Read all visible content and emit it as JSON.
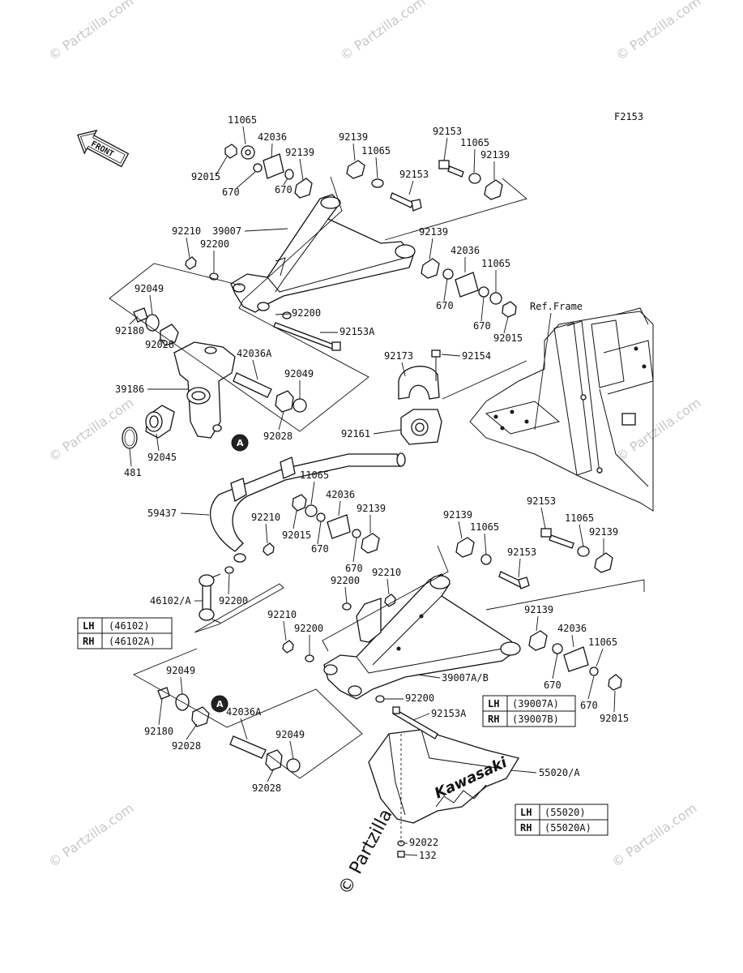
{
  "figure_code": "F2153",
  "front_label": "FRONT",
  "ref_frame_label": "Ref.Frame",
  "watermark": "© Partzilla.com",
  "ref_a": "A",
  "brand_on_guard": "Kawasaki",
  "labels": {
    "l11065_a": "11065",
    "l42036_a": "42036",
    "l92139_a": "92139",
    "l92015_a": "92015",
    "l670_a": "670",
    "l670_b": "670",
    "l92139_b": "92139",
    "l11065_b": "11065",
    "l92153_a": "92153",
    "l11065_c": "11065",
    "l92139_c": "92139",
    "l92153_b": "92153",
    "l39007": "39007",
    "l92210_a": "92210",
    "l92200_a": "92200",
    "l92139_d": "92139",
    "l42036_b": "42036",
    "l11065_d": "11065",
    "l670_c": "670",
    "l670_d": "670",
    "l92015_b": "92015",
    "l92049_a": "92049",
    "l92180_a": "92180",
    "l92028_a": "92028",
    "l92200_b": "92200",
    "l92153A_a": "92153A",
    "l42036A_a": "42036A",
    "l92049_b": "92049",
    "l39186": "39186",
    "l92028_b": "92028",
    "l92173": "92173",
    "l92154": "92154",
    "l92161": "92161",
    "l481": "481",
    "l92045": "92045",
    "l11065_e": "11065",
    "l42036_c": "42036",
    "l92139_e": "92139",
    "l59437": "59437",
    "l92210_b": "92210",
    "l92015_c": "92015",
    "l670_e": "670",
    "l670_f": "670",
    "l92139_f": "92139",
    "l11065_f": "11065",
    "l92153_c": "92153",
    "l92153_d": "92153",
    "l11065_g": "11065",
    "l92139_g": "92139",
    "l92200_c": "92200",
    "l92210_c": "92210",
    "l46102A": "46102/A",
    "l92200_d": "92200",
    "l92210_d": "92210",
    "l92200_e": "92200",
    "l92139_h": "92139",
    "l42036_d": "42036",
    "l11065_h": "11065",
    "l39007AB": "39007A/B",
    "l670_g": "670",
    "l670_h": "670",
    "l92015_d": "92015",
    "l92049_c": "92049",
    "l92200_f": "92200",
    "l92153A_b": "92153A",
    "l92180_b": "92180",
    "l42036A_b": "42036A",
    "l92028_c": "92028",
    "l92049_d": "92049",
    "l92028_d": "92028",
    "l55020A": "55020/A",
    "l92022": "92022",
    "l132": "132"
  },
  "tables": {
    "t46102": {
      "rows": [
        {
          "side": "LH",
          "part": "(46102)"
        },
        {
          "side": "RH",
          "part": "(46102A)"
        }
      ]
    },
    "t39007": {
      "rows": [
        {
          "side": "LH",
          "part": "(39007A)"
        },
        {
          "side": "RH",
          "part": "(39007B)"
        }
      ]
    },
    "t55020": {
      "rows": [
        {
          "side": "LH",
          "part": "(55020)"
        },
        {
          "side": "RH",
          "part": "(55020A)"
        }
      ]
    }
  }
}
